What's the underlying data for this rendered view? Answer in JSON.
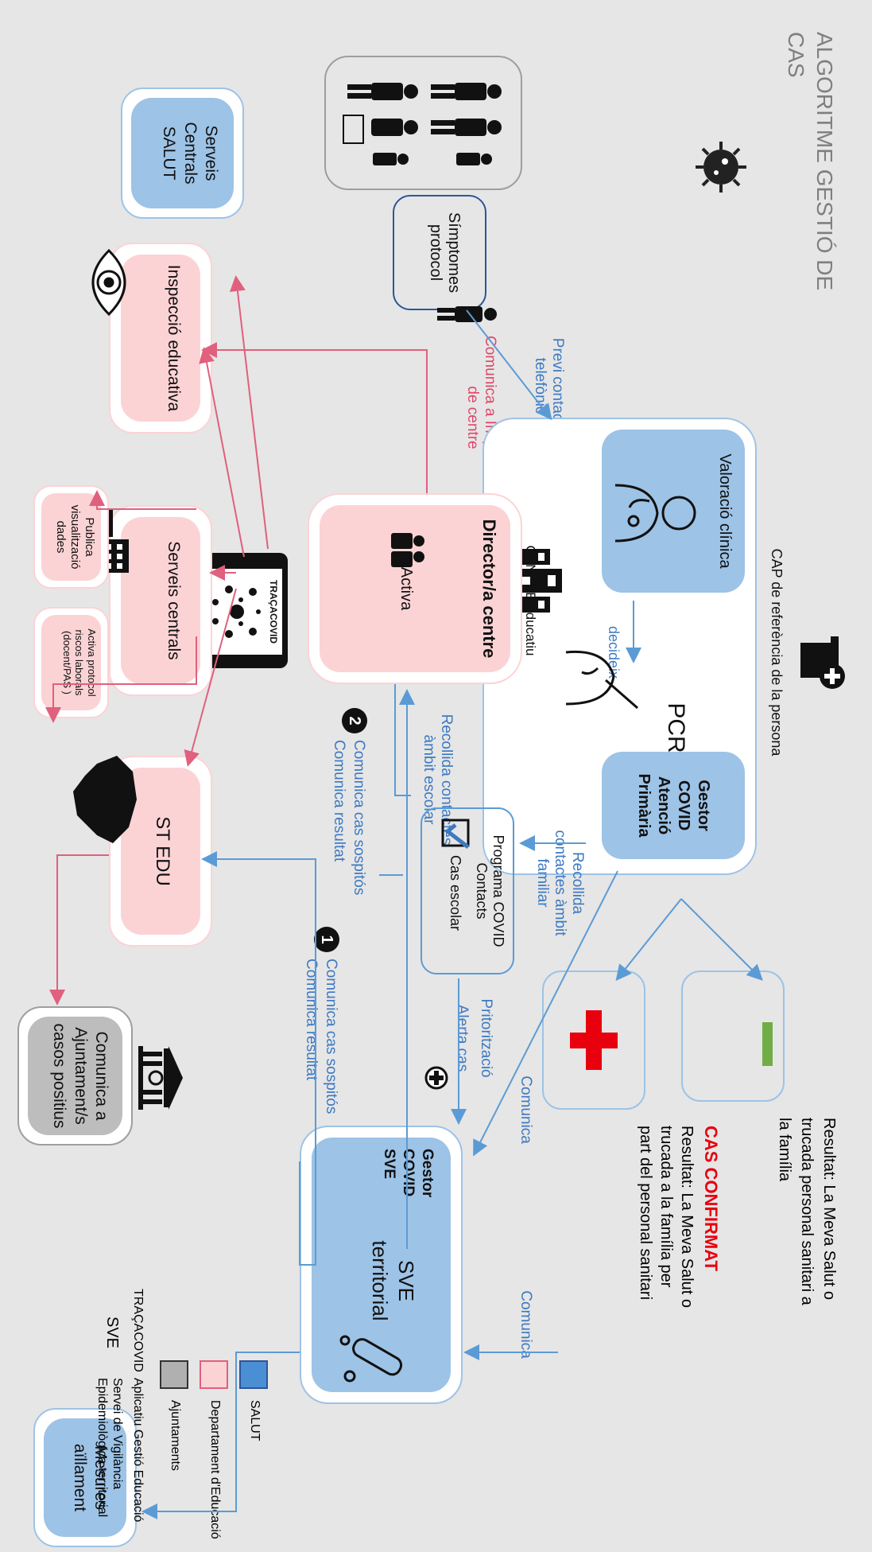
{
  "title": "ALGORITME GESTIÓ DE CAS",
  "cap": {
    "label": "CAP de referència de la persona",
    "valoracio": "Valoració clínica",
    "decideix": "decideix",
    "pcr": "PCR",
    "gestor": "Gestor COVID Atenció Primària"
  },
  "simptomes": "Símptomes protocol",
  "previ_contacte": "Previ contacte telefònic",
  "centre": {
    "label": "CENTRE educatiu",
    "director": "Director/a centre",
    "activa": "Activa",
    "app": "TRAÇACOVID"
  },
  "comunica_inspector": "Comunica a Inspector /a de centre",
  "inspeccio": "Inspecció educativa",
  "serveis_salut": "Serveis Centrals SALUT",
  "serveis_centrals": "Serveis centrals",
  "publica": "Publica visualització dades",
  "activa_protocol": "Activa protocol riscos laborals (docent/PAS )",
  "st_edu": "ST EDU",
  "ajuntament": "Comunica a Ajuntament/s casos positius",
  "recollida_escolar": "Recollida contactes àmbit escolar",
  "comunica2_a": "Comunica cas sospitós",
  "comunica2_b": "Comunica resultat",
  "step2": "2",
  "step1": "1",
  "comunica1_a": "Comunica cas sospitós",
  "comunica1_b": "Comunica resultat",
  "programa": "Programa COVID Contacts",
  "cas_escolar": "Cas escolar",
  "recollida_familiar": "Recollida contactes àmbit familiar",
  "prioritzacio": "Pritorització",
  "alerta": "Alerta cas",
  "comunica_a": "Comunica",
  "comunica_b": "Comunica",
  "sve": {
    "gestor": "Gestor COVID SVE",
    "title": "SVE territorial"
  },
  "negatiu_text": "Resultat: La Meva Salut o trucada personal sanitari a la família",
  "confirmat_title": "CAS CONFIRMAT",
  "confirmat_text_1": "Resultat: La Meva Salut o",
  "confirmat_text_2": "trucada a la família per",
  "confirmat_text_3": "part del personal sanitari",
  "mesures": "Mesures aïllament",
  "legend": [
    {
      "label": "SALUT",
      "color": "#4a8fd4"
    },
    {
      "label": "Departament d'Educació",
      "color": "#fcd3d5"
    },
    {
      "label": "Ajuntaments",
      "color": "#b0b0b0"
    }
  ],
  "legend_abbr": [
    {
      "abbr": "TRAÇACOVID",
      "desc": "Aplicatiu Gestió Educació"
    },
    {
      "abbr": "SVE",
      "desc": "Servei de Vigilància Epidemiològica territorial"
    }
  ],
  "colors": {
    "salut": "#9dc3e6",
    "educacio": "#fcd3d5",
    "ajuntament": "#bdbdbd",
    "arrow_blue": "#5b9bd5",
    "arrow_pink": "#e0607e",
    "confirmat": "#e8000e",
    "negatiu": "#70ad47"
  }
}
